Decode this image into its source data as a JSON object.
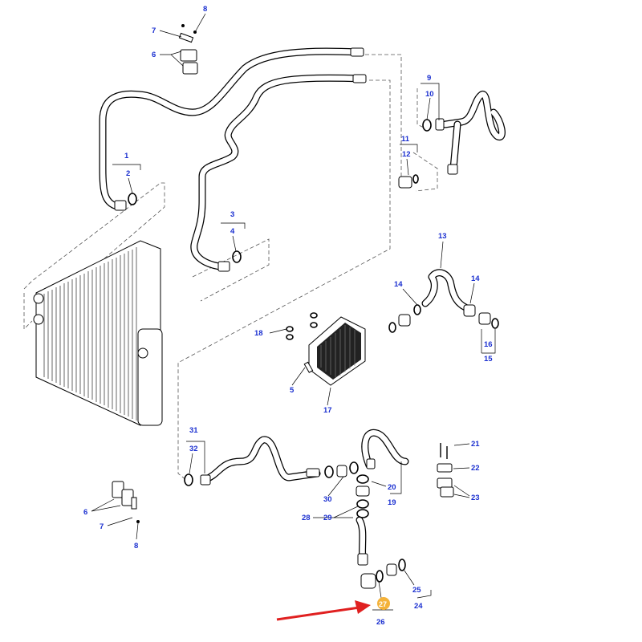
{
  "diagram": {
    "labels": [
      {
        "id": "p8a",
        "text": "8"
      },
      {
        "id": "p7a",
        "text": "7"
      },
      {
        "id": "p6a",
        "text": "6"
      },
      {
        "id": "p9",
        "text": "9"
      },
      {
        "id": "p10",
        "text": "10"
      },
      {
        "id": "p11",
        "text": "11"
      },
      {
        "id": "p12",
        "text": "12"
      },
      {
        "id": "p1",
        "text": "1"
      },
      {
        "id": "p2",
        "text": "2"
      },
      {
        "id": "p3",
        "text": "3"
      },
      {
        "id": "p4",
        "text": "4"
      },
      {
        "id": "p13",
        "text": "13"
      },
      {
        "id": "p14a",
        "text": "14"
      },
      {
        "id": "p14b",
        "text": "14"
      },
      {
        "id": "p18",
        "text": "18"
      },
      {
        "id": "p16",
        "text": "16"
      },
      {
        "id": "p15",
        "text": "15"
      },
      {
        "id": "p5",
        "text": "5"
      },
      {
        "id": "p17",
        "text": "17"
      },
      {
        "id": "p31",
        "text": "31"
      },
      {
        "id": "p32",
        "text": "32"
      },
      {
        "id": "p21",
        "text": "21"
      },
      {
        "id": "p22",
        "text": "22"
      },
      {
        "id": "p23",
        "text": "23"
      },
      {
        "id": "p6b",
        "text": "6"
      },
      {
        "id": "p7b",
        "text": "7"
      },
      {
        "id": "p8b",
        "text": "8"
      },
      {
        "id": "p20",
        "text": "20"
      },
      {
        "id": "p30",
        "text": "30"
      },
      {
        "id": "p19",
        "text": "19"
      },
      {
        "id": "p28",
        "text": "28"
      },
      {
        "id": "p29",
        "text": "29"
      },
      {
        "id": "p25",
        "text": "25"
      },
      {
        "id": "p24",
        "text": "24"
      },
      {
        "id": "p27",
        "text": "27"
      },
      {
        "id": "p26",
        "text": "26"
      }
    ],
    "highlight_color": "#f4b23a",
    "arrow_color": "#e02020",
    "label_color": "#1a2fd0"
  }
}
